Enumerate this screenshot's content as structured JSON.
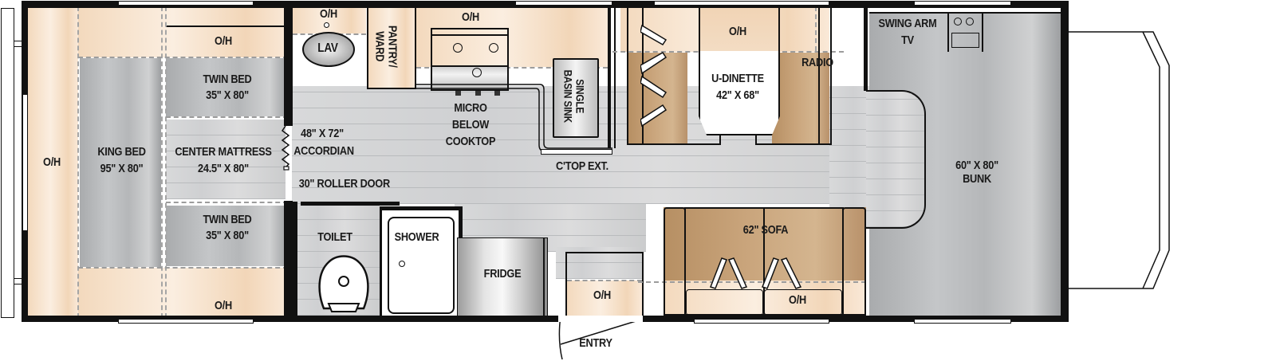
{
  "floorplan": {
    "colors": {
      "wall": "#111111",
      "overhead": "#f3d9bd",
      "bed_grey": "#b5b7b9",
      "upholstery_brown": "#c9a47b",
      "floor_tile": "#d3d4d5"
    },
    "rear_bedroom": {
      "overhead_rear": "O/H",
      "overhead_top": "O/H",
      "overhead_bottom": "O/H",
      "king_bed_name": "KING BED",
      "king_bed_size": "95\" X 80\"",
      "twin_bed_top_name": "TWIN BED",
      "twin_bed_top_size": "35\" X 80\"",
      "center_mattress_name": "CENTER MATTRESS",
      "center_mattress_size": "24.5\" X 80\"",
      "twin_bed_bottom_name": "TWIN BED",
      "twin_bed_bottom_size": "35\" X 80\"",
      "accordion_size": "48\" X 72\"",
      "accordion_name": "ACCORDIAN",
      "roller_door": "30\" ROLLER DOOR"
    },
    "bath": {
      "overhead": "O/H",
      "lav": "LAV",
      "pantry_line1": "PANTRY/",
      "pantry_line2": "WARD",
      "toilet": "TOILET",
      "shower": "SHOWER"
    },
    "kitchen": {
      "overhead": "O/H",
      "cooktop_line1": "MICRO",
      "cooktop_line2": "BELOW",
      "cooktop_line3": "COOKTOP",
      "sink_line1": "SINGLE",
      "sink_line2": "BASIN SINK",
      "counter_ext": "C'TOP EXT.",
      "fridge": "FRIDGE",
      "entry_overhead": "O/H",
      "entry": "ENTRY"
    },
    "dinette": {
      "overhead": "O/H",
      "name": "U-DINETTE",
      "size": "42\" X 68\"",
      "radio": "RADIO"
    },
    "sofa": {
      "name": "62\" SOFA",
      "overhead": "O/H"
    },
    "cab": {
      "tv_line1": "SWING ARM",
      "tv_line2": "TV",
      "bunk_size": "60\" X 80\"",
      "bunk_name": "BUNK"
    }
  }
}
